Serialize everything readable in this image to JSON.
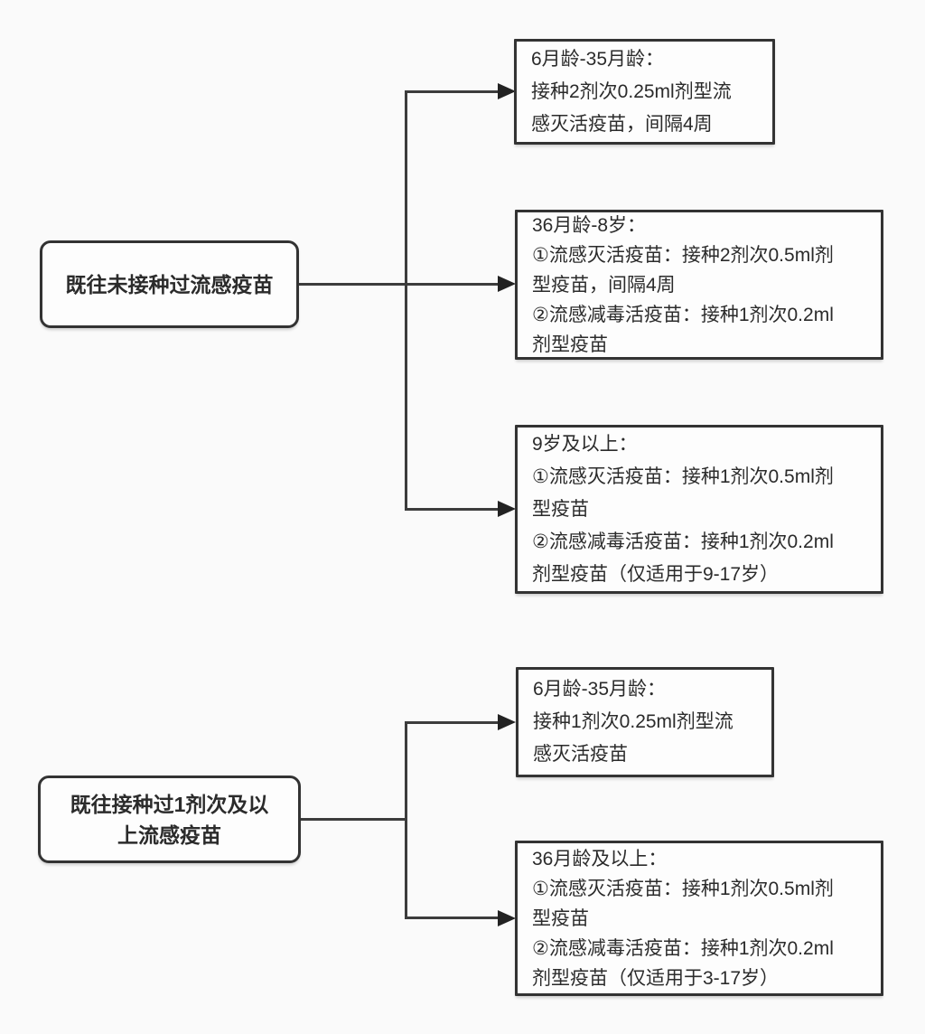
{
  "diagram": {
    "type": "flowchart",
    "topic": "influenza-vaccination-schedule",
    "colors": {
      "background": "#fafafa",
      "box_fill": "#fdfdfd",
      "border": "#333333",
      "line": "#3c3c3c",
      "arrow": "#222222",
      "text": "#2b2b2b"
    },
    "groups": [
      {
        "source": {
          "label": "既往未接种过流感疫苗"
        },
        "targets": [
          {
            "label": "6月龄-35月龄：\n接种2剂次0.25ml剂型流\n感灭活疫苗，间隔4周"
          },
          {
            "label": "36月龄-8岁：\n①流感灭活疫苗：接种2剂次0.5ml剂\n型疫苗，间隔4周\n②流感减毒活疫苗：接种1剂次0.2ml\n剂型疫苗"
          },
          {
            "label": "9岁及以上：\n①流感灭活疫苗：接种1剂次0.5ml剂\n型疫苗\n②流感减毒活疫苗：接种1剂次0.2ml\n剂型疫苗（仅适用于9-17岁）"
          }
        ]
      },
      {
        "source": {
          "label": "既往接种过1剂次及以\n上流感疫苗"
        },
        "targets": [
          {
            "label": "6月龄-35月龄：\n接种1剂次0.25ml剂型流\n感灭活疫苗"
          },
          {
            "label": "36月龄及以上：\n①流感灭活疫苗：接种1剂次0.5ml剂\n型疫苗\n②流感减毒活疫苗：接种1剂次0.2ml\n剂型疫苗（仅适用于3-17岁）"
          }
        ]
      }
    ]
  }
}
